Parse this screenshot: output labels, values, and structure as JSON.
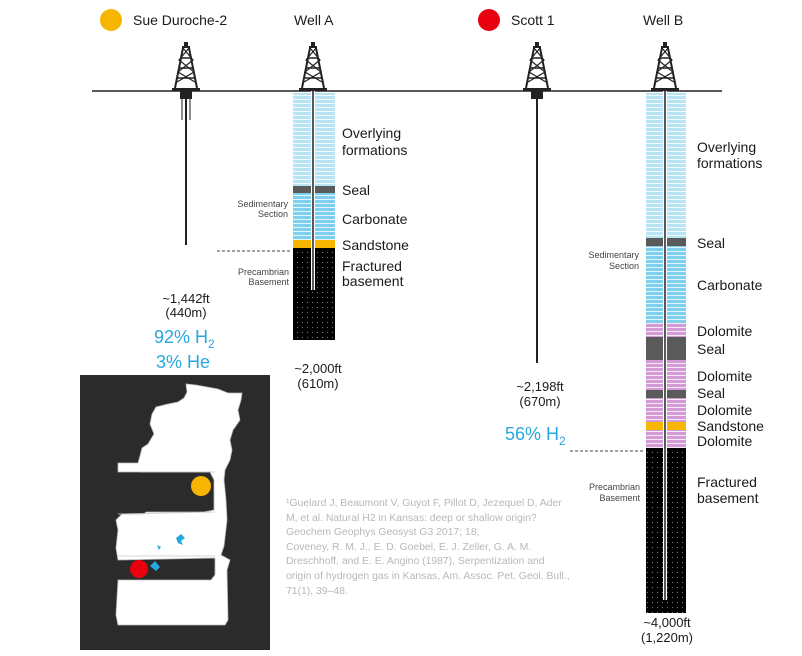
{
  "wells": {
    "sue": {
      "name": "Sue Duroche-2",
      "marker_color": "#f7b500",
      "depth_ft": "~1,442ft",
      "depth_m": "(440m)",
      "h2": "92% H",
      "h2_sub": "2",
      "he": "3% He"
    },
    "well_a": {
      "name": "Well A",
      "depth_ft": "~2,000ft",
      "depth_m": "(610m)"
    },
    "scott": {
      "name": "Scott 1",
      "marker_color": "#e8000f",
      "depth_ft": "~2,198ft",
      "depth_m": "(670m)",
      "h2": "56% H",
      "h2_sub": "2"
    },
    "well_b": {
      "name": "Well B",
      "depth_ft": "~4,000ft",
      "depth_m": "(1,220m)"
    }
  },
  "well_a_labels": {
    "overlying_1": "Overlying",
    "overlying_2": "formations",
    "seal": "Seal",
    "carbonate": "Carbonate",
    "sandstone": "Sandstone",
    "fractured_1": "Fractured",
    "fractured_2": "basement",
    "sedimentary_1": "Sedimentary",
    "sedimentary_2": "Section",
    "precambrian_1": "Precambrian",
    "precambrian_2": "Basement"
  },
  "well_b_labels": {
    "overlying_1": "Overlying",
    "overlying_2": "formations",
    "seal_1": "Seal",
    "carbonate": "Carbonate",
    "dolomite_1": "Dolomite",
    "seal_2": "Seal",
    "dolomite_2": "Dolomite",
    "seal_3": "Seal",
    "dolomite_3": "Dolomite",
    "sandstone": "Sandstone",
    "dolomite_4": "Dolomite",
    "fractured_1": "Fractured",
    "fractured_2": "basement",
    "sedimentary_1": "Sedimentary",
    "sedimentary_2": "Section",
    "precambrian_1": "Precambrian",
    "precambrian_2": "Basement"
  },
  "colors": {
    "overlying": "#b8e4f3",
    "carbonate": "#7fcfee",
    "seal": "#5a5a5a",
    "sandstone": "#f7b500",
    "dolomite": "#d39ad6",
    "basement": "#000000",
    "accent": "#29a8e0",
    "map_bg": "#2b2b2b"
  },
  "references": {
    "ref1": "¹Guelard J, Beaumont V, Guyot F, Pillot D, Jezequel D, Ader M, et al. Natural H2 in Kansas: deep or shallow origin? Geochem Geophys Geosyst G3 2017; 18;",
    "ref2": "Coveney, R. M. J., E. D. Goebel, E. J. Zeller, G. A. M. Dreschhoff, and E. E. Angino (1987), Serpentization and origin of hydrogen gas in Kansas, Am. Assoc. Pet. Geol. Bull., 71(1), 39–48."
  }
}
